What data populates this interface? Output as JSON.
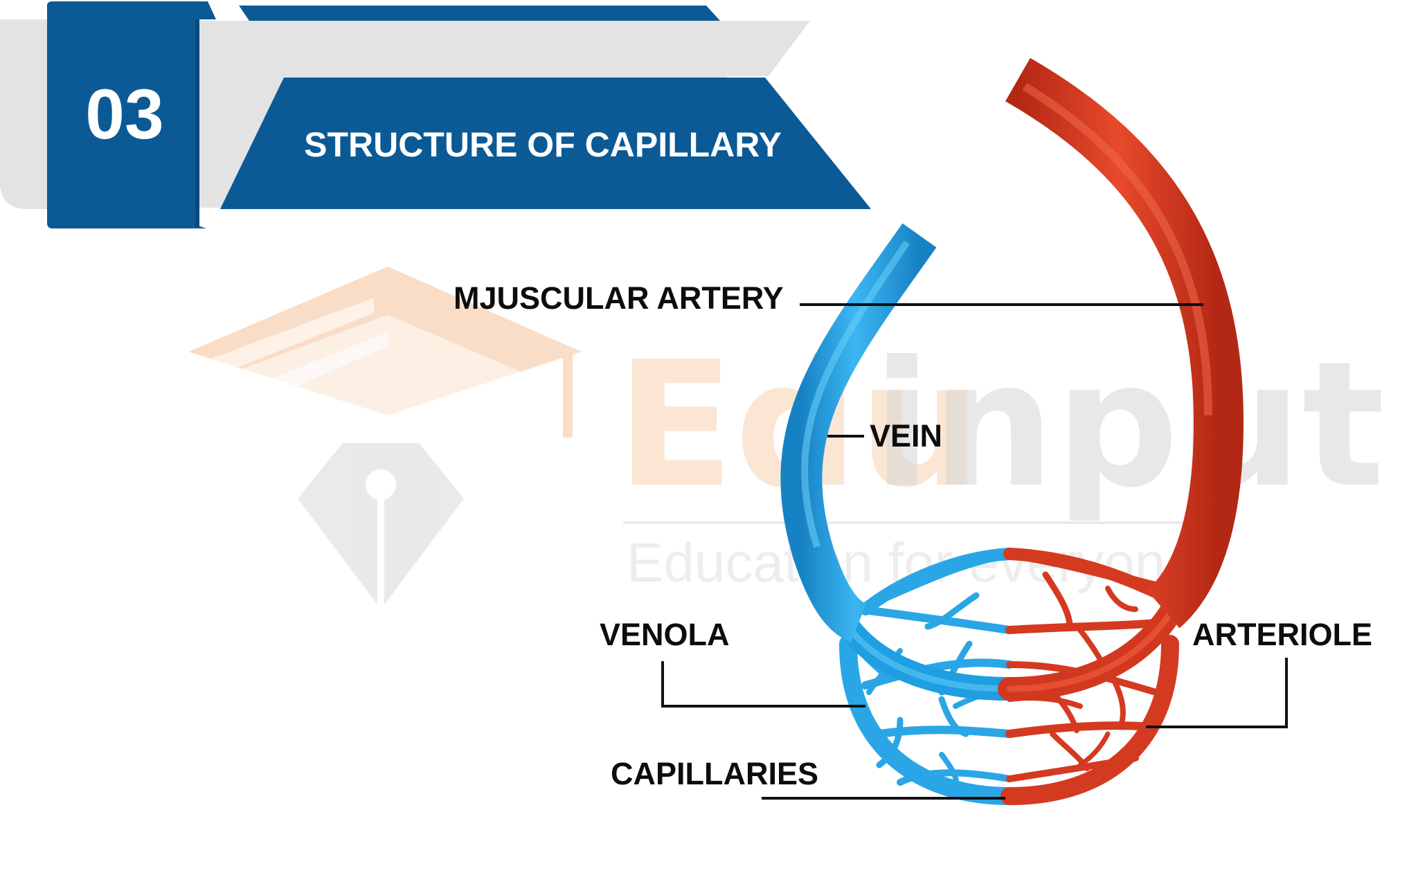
{
  "header": {
    "number": "03",
    "title": "STRUCTURE OF CAPILLARY",
    "colors": {
      "primary": "#0b5a96",
      "ribbon_grey": "#e2e2e2"
    }
  },
  "watermark": {
    "brand_part1": "Edu",
    "brand_part2": "input",
    "tagline": "Education for everyone",
    "icon": "graduation-cap-pen-icon",
    "colors": {
      "orange": "#f6b37e",
      "grey": "#d2d2d2"
    }
  },
  "diagram": {
    "labels": {
      "artery": "MJUSCULAR ARTERY",
      "vein": "VEIN",
      "venola": "VENOLA",
      "arteriole": "ARTERIOLE",
      "capillaries": "CAPILLARIES"
    },
    "colors": {
      "vein": "#1fa3e6",
      "vein_dark": "#1682c4",
      "artery": "#d93a22",
      "artery_dark": "#b32814",
      "leader_line": "#111111"
    }
  }
}
